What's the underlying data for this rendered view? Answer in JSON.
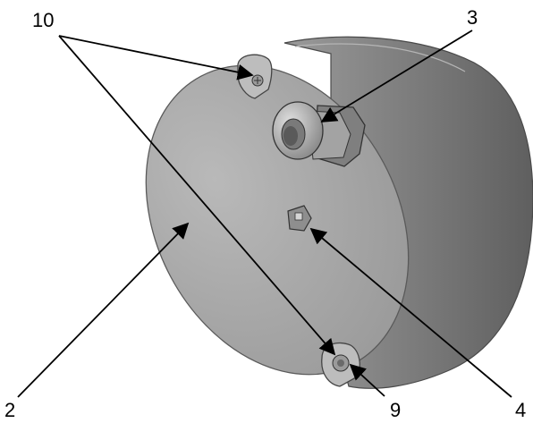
{
  "figure": {
    "callouts": [
      {
        "id": "10",
        "label": "10"
      },
      {
        "id": "3",
        "label": "3"
      },
      {
        "id": "2",
        "label": "2"
      },
      {
        "id": "9",
        "label": "9"
      },
      {
        "id": "4",
        "label": "4"
      }
    ]
  },
  "colors": {
    "background": "#ffffff",
    "housing_light": "#b8b8b8",
    "housing_dark": "#6e6e6e",
    "face": "#a9a9a9",
    "leader": "#000000"
  }
}
